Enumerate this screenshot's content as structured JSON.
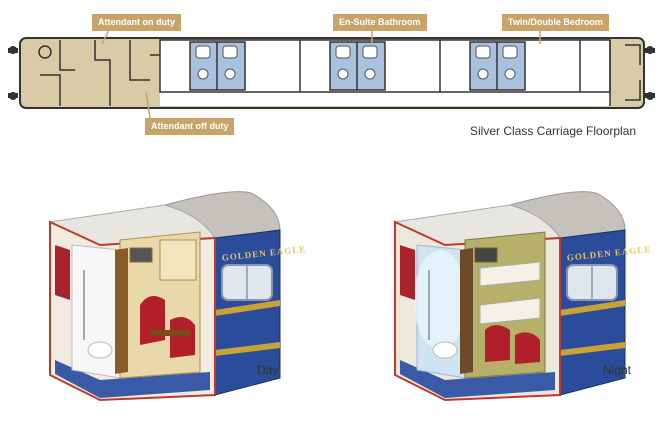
{
  "labels": {
    "attendant_on_duty": "Attendant on duty",
    "ensuite_bathroom": "En-Suite Bathroom",
    "twin_double_bedroom": "Twin/Double Bedroom",
    "attendant_off_duty": "Attendant off duty"
  },
  "floorplan_caption": "Silver Class Carriage Floorplan",
  "cutaways": {
    "day": {
      "caption": "Day",
      "brand": "GOLDEN EAGLE"
    },
    "night": {
      "caption": "Night",
      "brand": "GOLDEN EAGLE"
    }
  },
  "colors": {
    "callout_bg": "#c8a46a",
    "carriage_blue": "#2b4c9b",
    "gold_stripe": "#c9a338",
    "floor_tan": "#d8cba6",
    "bathroom_blue": "#a9c1de"
  }
}
